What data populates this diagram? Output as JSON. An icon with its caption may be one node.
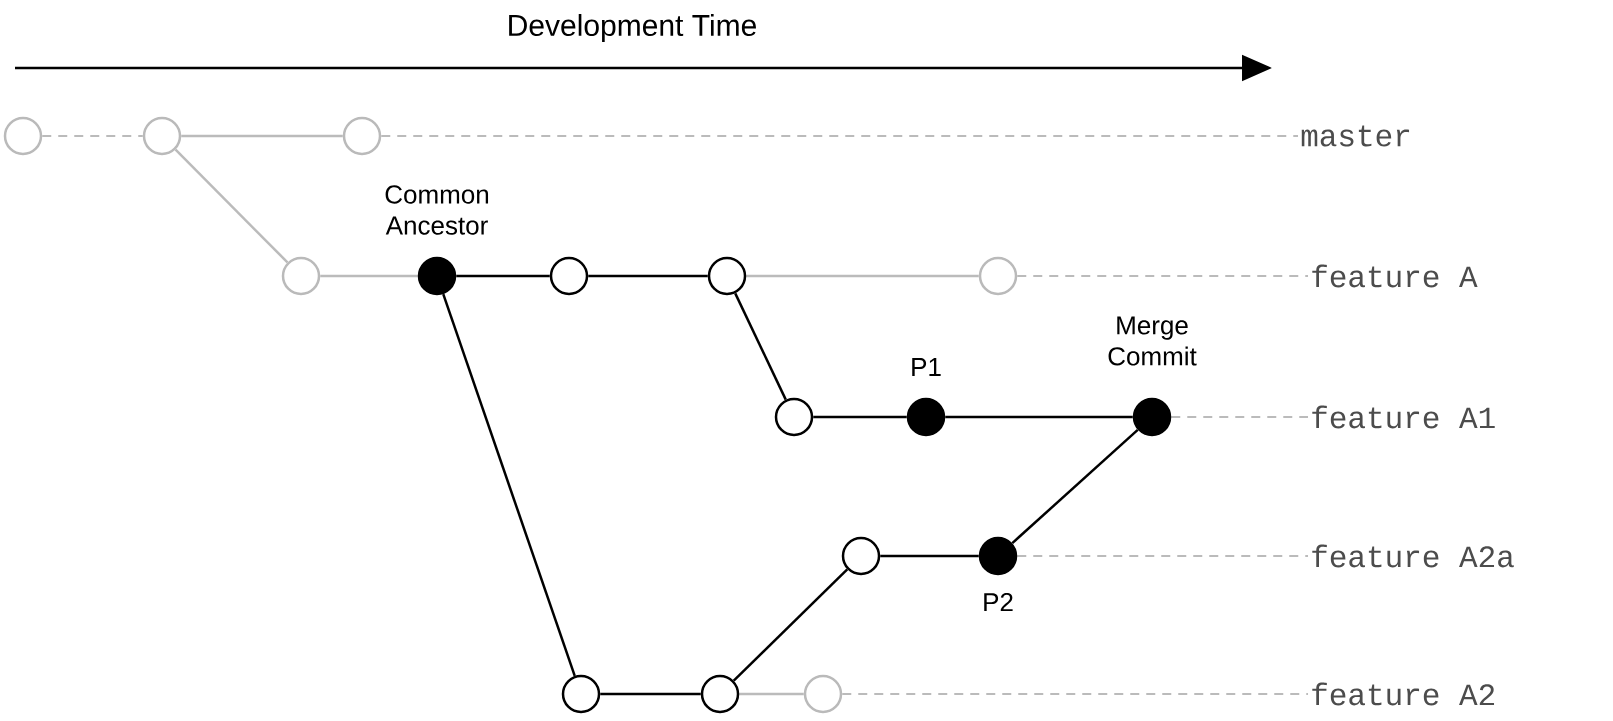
{
  "diagram": {
    "title": "Development Time",
    "nodes": [
      {
        "text": [],
        "shape": "circle"
      },
      {
        "text": [],
        "shape": "circle"
      },
      {
        "text": [],
        "shape": "circle"
      },
      {
        "text": [
          "master"
        ]
      },
      {
        "text": [],
        "shape": "circle"
      },
      {
        "text": [],
        "shape": "circle",
        "beside": [
          "Common Ancestor"
        ]
      },
      {
        "text": [],
        "shape": "circle"
      },
      {
        "text": [],
        "shape": "circle"
      },
      {
        "text": [],
        "shape": "circle"
      },
      {
        "text": [
          "feature A"
        ]
      },
      {
        "text": [],
        "shape": "circle"
      },
      {
        "text": [],
        "shape": "circle",
        "beside": [
          "P1"
        ]
      },
      {
        "text": [],
        "shape": "circle",
        "beside": [
          "Merge Commit"
        ]
      },
      {
        "text": [
          "feature A1"
        ]
      },
      {
        "text": [],
        "shape": "circle"
      },
      {
        "text": [],
        "shape": "circle",
        "beside": [
          "P2"
        ]
      },
      {
        "text": [
          "feature A2a"
        ]
      },
      {
        "text": [],
        "shape": "circle"
      },
      {
        "text": [],
        "shape": "circle"
      },
      {
        "text": [],
        "shape": "circle"
      },
      {
        "text": [
          "feature A2"
        ]
      }
    ],
    "edges": [
      {
        "from": 0,
        "to": 1,
        "arrow": "none",
        "style": "dashed",
        "color": "#bbbbbb"
      },
      {
        "from": 1,
        "to": 2,
        "arrow": "none",
        "color": "#bbbbbb"
      },
      {
        "from": 2,
        "to": 3,
        "arrow": "none",
        "style": "dashed",
        "color": "#bbbbbb"
      },
      {
        "from": 1,
        "to": 4,
        "arrow": "none",
        "color": "#bbbbbb"
      },
      {
        "from": 4,
        "to": 5,
        "arrow": "none",
        "color": "#bbbbbb"
      },
      {
        "from": 5,
        "to": 6,
        "arrow": "none",
        "color": "#000000"
      },
      {
        "from": 6,
        "to": 7,
        "arrow": "none",
        "color": "#000000"
      },
      {
        "from": 7,
        "to": 8,
        "arrow": "none",
        "color": "#bbbbbb"
      },
      {
        "from": 8,
        "to": 9,
        "arrow": "none",
        "style": "dashed",
        "color": "#bbbbbb"
      },
      {
        "from": 7,
        "to": 10,
        "arrow": "none",
        "color": "#000000"
      },
      {
        "from": 10,
        "to": 11,
        "arrow": "none",
        "color": "#000000"
      },
      {
        "from": 11,
        "to": 12,
        "arrow": "none",
        "color": "#000000"
      },
      {
        "from": 12,
        "to": 13,
        "arrow": "none",
        "style": "dashed",
        "color": "#bbbbbb"
      },
      {
        "from": 5,
        "to": 17,
        "arrow": "none",
        "color": "#000000"
      },
      {
        "from": 17,
        "to": 18,
        "arrow": "none",
        "color": "#000000"
      },
      {
        "from": 18,
        "to": 19,
        "arrow": "none",
        "color": "#bbbbbb"
      },
      {
        "from": 19,
        "to": 20,
        "arrow": "none",
        "style": "dashed",
        "color": "#bbbbbb"
      },
      {
        "from": 18,
        "to": 14,
        "arrow": "none",
        "color": "#000000"
      },
      {
        "from": 14,
        "to": 15,
        "arrow": "none",
        "color": "#000000"
      },
      {
        "from": 15,
        "to": 16,
        "arrow": "none",
        "style": "dashed",
        "color": "#bbbbbb"
      },
      {
        "from": 15,
        "to": 12,
        "arrow": "none",
        "color": "#000000"
      }
    ]
  }
}
